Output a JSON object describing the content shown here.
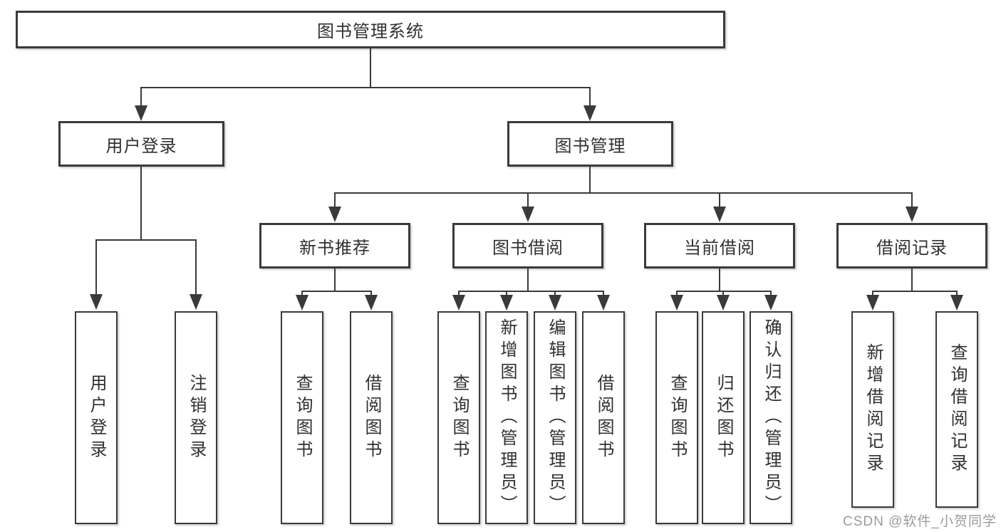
{
  "tree": {
    "root": {
      "label": "图书管理系统",
      "children": [
        {
          "label": "用户登录",
          "children": [
            {
              "label": "用户登录"
            },
            {
              "label": "注销登录"
            }
          ]
        },
        {
          "label": "图书管理",
          "children": [
            {
              "label": "新书推荐",
              "children": [
                {
                  "label": "查询图书"
                },
                {
                  "label": "借阅图书"
                }
              ]
            },
            {
              "label": "图书借阅",
              "children": [
                {
                  "label": "查询图书"
                },
                {
                  "label": "新增图书（管理员）"
                },
                {
                  "label": "编辑图书（管理员）"
                },
                {
                  "label": "借阅图书"
                }
              ]
            },
            {
              "label": "当前借阅",
              "children": [
                {
                  "label": "查询图书"
                },
                {
                  "label": "归还图书"
                },
                {
                  "label": "确认归还（管理员）"
                }
              ]
            },
            {
              "label": "借阅记录",
              "children": [
                {
                  "label": "新增借阅记录"
                },
                {
                  "label": "查询借阅记录"
                }
              ]
            }
          ]
        }
      ]
    }
  },
  "watermark": {
    "text": "CSDN @软件_小贺同学"
  },
  "colors": {
    "line": "#3a3a3a",
    "text": "#303030",
    "background": "#ffffff",
    "node_fill": "#ffffff",
    "watermark": "#9b9b9b"
  }
}
